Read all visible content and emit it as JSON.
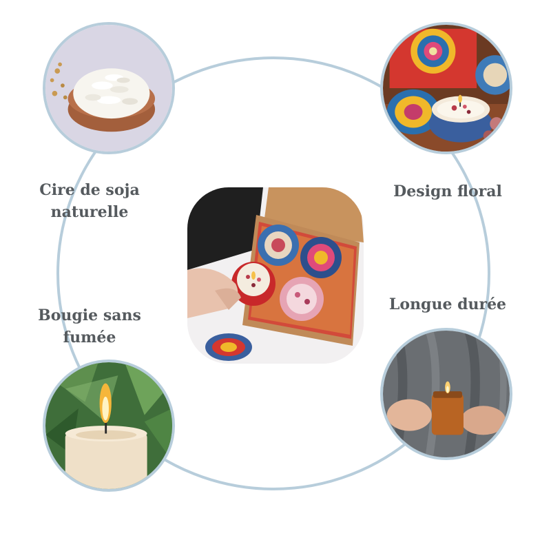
{
  "features": {
    "wax": {
      "line1": "Cire de soja",
      "line2": "naturelle"
    },
    "floral": {
      "line1": "Design floral"
    },
    "smokeless": {
      "line1": "Bougie sans",
      "line2": "fumée"
    },
    "longlasting": {
      "line1": "Longue durée"
    }
  },
  "colors": {
    "ring": "#b7cddb",
    "label_text": "#555a5e"
  }
}
